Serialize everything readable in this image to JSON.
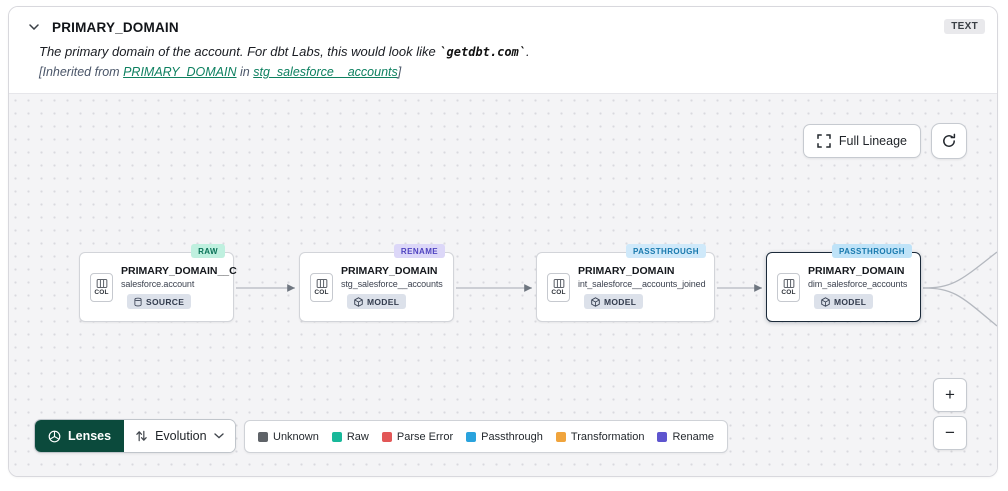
{
  "header": {
    "title": "PRIMARY_DOMAIN",
    "type_badge": "TEXT",
    "description": {
      "prefix": "The primary domain of the account. For dbt Labs, this would look like ",
      "code": "`getdbt.com`",
      "suffix": "."
    },
    "inherited": {
      "prefix": "[Inherited from ",
      "link_column": "PRIMARY_DOMAIN",
      "middle": " in ",
      "link_model": "stg_salesforce__accounts",
      "suffix": "]"
    }
  },
  "canvas": {
    "full_lineage_label": "Full Lineage",
    "zoom_in": "+",
    "zoom_out": "−"
  },
  "nodes": [
    {
      "badge": "RAW",
      "badge_bg": "#bff0df",
      "badge_fg": "#0a7258",
      "col_label": "COL",
      "title": "PRIMARY_DOMAIN__C",
      "subtitle": "salesforce.account",
      "kind": "SOURCE"
    },
    {
      "badge": "RENAME",
      "badge_bg": "#dcd7f8",
      "badge_fg": "#4f43c0",
      "col_label": "COL",
      "title": "PRIMARY_DOMAIN",
      "subtitle": "stg_salesforce__accounts",
      "kind": "MODEL"
    },
    {
      "badge": "PASSTHROUGH",
      "badge_bg": "#cfe9fa",
      "badge_fg": "#1879ad",
      "col_label": "COL",
      "title": "PRIMARY_DOMAIN",
      "subtitle": "int_salesforce__accounts_joined",
      "kind": "MODEL"
    },
    {
      "badge": "PASSTHROUGH",
      "badge_bg": "#bfe3f8",
      "badge_fg": "#1879ad",
      "col_label": "COL",
      "title": "PRIMARY_DOMAIN",
      "subtitle": "dim_salesforce_accounts",
      "kind": "MODEL"
    }
  ],
  "lenses": {
    "button_label": "Lenses",
    "selected_lens": "Evolution"
  },
  "legend": [
    {
      "label": "Unknown",
      "color": "#5f6368"
    },
    {
      "label": "Raw",
      "color": "#18b89a"
    },
    {
      "label": "Parse Error",
      "color": "#e25757"
    },
    {
      "label": "Passthrough",
      "color": "#2aa3dd"
    },
    {
      "label": "Transformation",
      "color": "#f0a43c"
    },
    {
      "label": "Rename",
      "color": "#5e55cf"
    }
  ]
}
